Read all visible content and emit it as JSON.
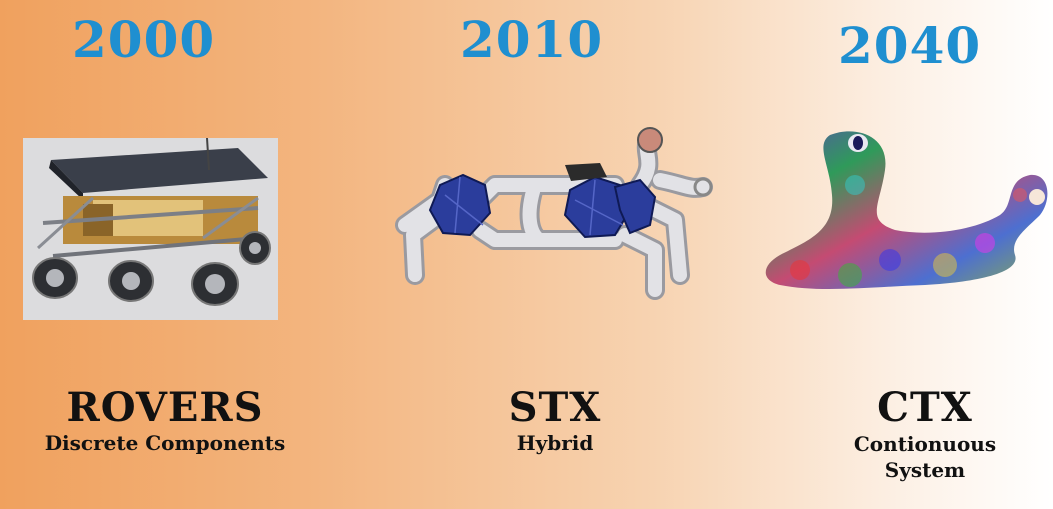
{
  "timeline": [
    {
      "year": "2000",
      "title": "ROVERS",
      "subtitle": "Discrete Components"
    },
    {
      "year": "2010",
      "title": "STX",
      "subtitle": "Hybrid"
    },
    {
      "year": "2040",
      "title": "CTX",
      "subtitle_lines": [
        "Contionuous",
        "System"
      ]
    }
  ],
  "colors": {
    "year_text": "#1f8fd0",
    "background_left": "#f0a15e",
    "background_right": "#ffffff",
    "stx_modules": "#2b3d9c",
    "stx_legs": "#d8d8dc"
  },
  "icons": [
    "rover-photo",
    "stx-robot-illustration",
    "ctx-creature-illustration"
  ]
}
